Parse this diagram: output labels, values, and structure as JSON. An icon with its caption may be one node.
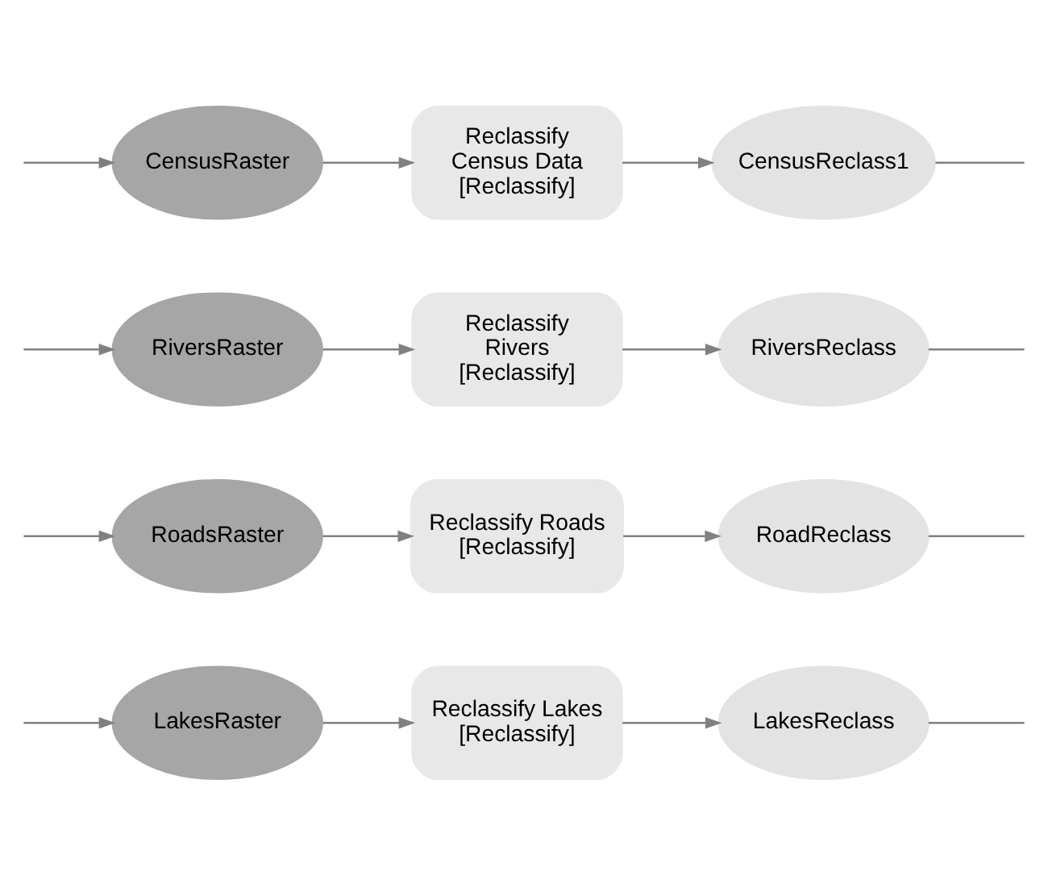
{
  "diagram": {
    "nodes": [
      {
        "text": [
          "LakesRaster"
        ]
      },
      {
        "text": [
          "Reclassify Lakes [Reclassify]"
        ]
      },
      {
        "text": [
          "LakesReclass"
        ]
      },
      {
        "text": [
          "RoadsRaster"
        ]
      },
      {
        "text": [
          "Reclassify Roads [Reclassify]"
        ]
      },
      {
        "text": [
          "RoadReclass"
        ]
      },
      {
        "text": [
          "RiversRaster"
        ]
      },
      {
        "text": [
          "Reclassify Rivers [Reclassify]"
        ]
      },
      {
        "text": [
          "RiversReclass"
        ]
      },
      {
        "text": [
          "CensusRaster"
        ]
      },
      {
        "text": [
          "Reclassify Census Data [Reclassify]"
        ]
      },
      {
        "text": [
          "CensusReclass1"
        ]
      }
    ],
    "edges": [
      {
        "from": null,
        "to": 0,
        "arrow": "to"
      },
      {
        "from": 0,
        "to": 1,
        "arrow": "to"
      },
      {
        "from": 1,
        "to": 2,
        "arrow": "to"
      },
      {
        "from": 2,
        "to": null,
        "arrow": "none"
      },
      {
        "from": null,
        "to": 3,
        "arrow": "to"
      },
      {
        "from": 3,
        "to": 4,
        "arrow": "to"
      },
      {
        "from": 4,
        "to": 5,
        "arrow": "to"
      },
      {
        "from": 5,
        "to": null,
        "arrow": "none"
      },
      {
        "from": null,
        "to": 6,
        "arrow": "to"
      },
      {
        "from": 6,
        "to": 7,
        "arrow": "to"
      },
      {
        "from": 7,
        "to": 8,
        "arrow": "to"
      },
      {
        "from": 8,
        "to": null,
        "arrow": "none"
      },
      {
        "from": null,
        "to": 9,
        "arrow": "to"
      },
      {
        "from": 9,
        "to": 10,
        "arrow": "to"
      },
      {
        "from": 10,
        "to": 11,
        "arrow": "to"
      },
      {
        "from": 11,
        "to": null,
        "arrow": "none"
      }
    ]
  }
}
